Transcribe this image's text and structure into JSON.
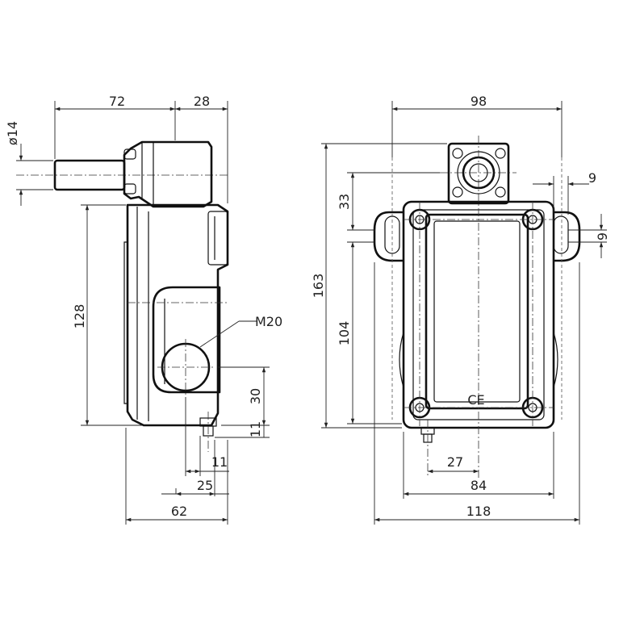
{
  "side_view": {
    "dim_top_left": "72",
    "dim_top_right": "28",
    "dim_shaft_dia": "ø14",
    "dim_height": "128",
    "dim_thread": "M20",
    "dim_gland_offset": "30",
    "dim_bottom_offset": "11",
    "dim_bolt_width": "11",
    "dim_gland_width": "25",
    "dim_depth": "62"
  },
  "front_view": {
    "dim_width_top": "98",
    "dim_total_height": "163",
    "dim_head_height": "33",
    "dim_hole_spacing": "104",
    "dim_slot_width": "9",
    "dim_slot_height": "9",
    "dim_bolt_offset": "27",
    "dim_hole_width": "84",
    "dim_total_width": "118",
    "mark": "CE"
  }
}
